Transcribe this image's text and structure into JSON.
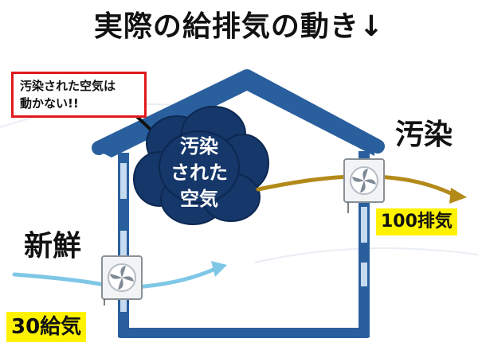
{
  "title": "実際の給排気の動き↓",
  "callout": {
    "line1": "汚染された空気は",
    "line2": "動かない!!"
  },
  "cloud": {
    "line1": "汚染",
    "line2": "された",
    "line3": "空気"
  },
  "labels": {
    "fresh": "新鮮",
    "dirty": "汚染"
  },
  "badges": {
    "intake": "30給気",
    "exhaust": "100排気"
  },
  "colors": {
    "house": "#2a5f9e",
    "wall_gap": "#c6dbef",
    "cloud": "#15376a",
    "intake_arrow": "#7fc7e6",
    "exhaust_arrow": "#b38a1a",
    "callout_border": "#e0191c",
    "badge": "#fff200"
  },
  "icons": [
    "ventilation-fan-icon",
    "arrow-right-icon"
  ]
}
